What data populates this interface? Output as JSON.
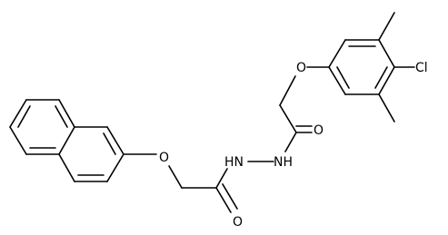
{
  "structure": {
    "atom_labels": {
      "ether_o_left": "O",
      "ether_o_right": "O",
      "carbonyl_o_left": "O",
      "carbonyl_o_right": "O",
      "hydrazide_nh_left": "HN",
      "hydrazide_nh_right": "NH",
      "chlorine": "Cl"
    },
    "colors": {
      "bond": "#000000",
      "label": "#000000",
      "background": "#ffffff"
    }
  }
}
